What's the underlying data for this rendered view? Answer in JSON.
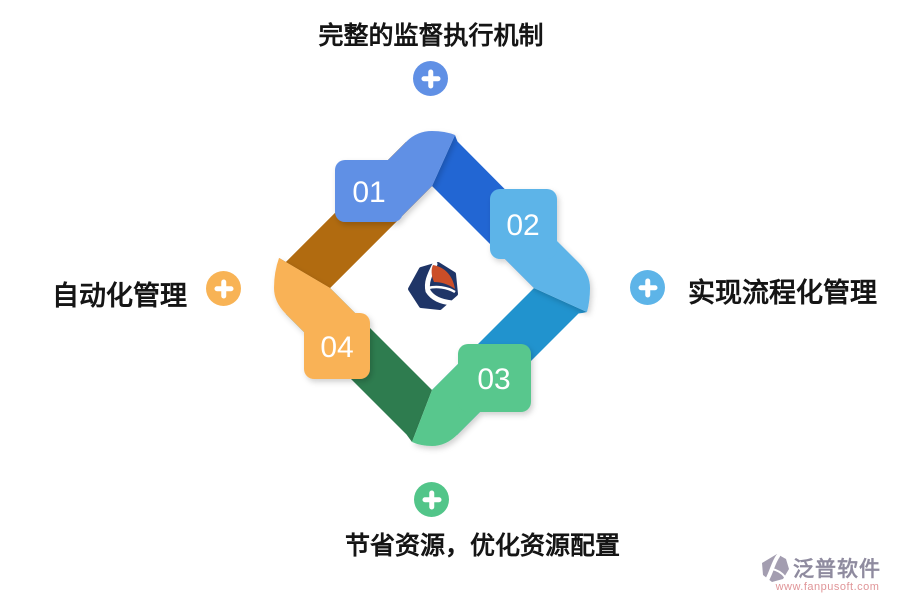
{
  "diagram": {
    "name": "four-step-cycle",
    "steps": [
      {
        "number": "01",
        "light_color": "#6090e5",
        "dark_color": "#2266d3"
      },
      {
        "number": "02",
        "light_color": "#5db4e8",
        "dark_color": "#2193ce"
      },
      {
        "number": "03",
        "light_color": "#58c78d",
        "dark_color": "#2e7c4f"
      },
      {
        "number": "04",
        "light_color": "#f9b257",
        "dark_color": "#b16b10"
      }
    ],
    "labels": {
      "top": "完整的监督执行机制",
      "right": "实现流程化管理",
      "bottom": "节省资源，优化资源配置",
      "left": "自动化管理"
    },
    "plus_colors": {
      "top": "#6090e5",
      "right": "#5db4e8",
      "bottom": "#52c589",
      "left": "#f8b355"
    }
  },
  "watermark": {
    "brand": "泛普软件",
    "url": "www.fanpusoft.com",
    "brand_color": "#8f8b9f",
    "url_color": "#e09598",
    "mark_color": "#a39db0"
  },
  "colors": {
    "background": "#ffffff",
    "label_text": "#151515",
    "step_number_text": "#ffffff",
    "logo_navy": "#1f3567",
    "logo_orange": "#cb4e28"
  }
}
